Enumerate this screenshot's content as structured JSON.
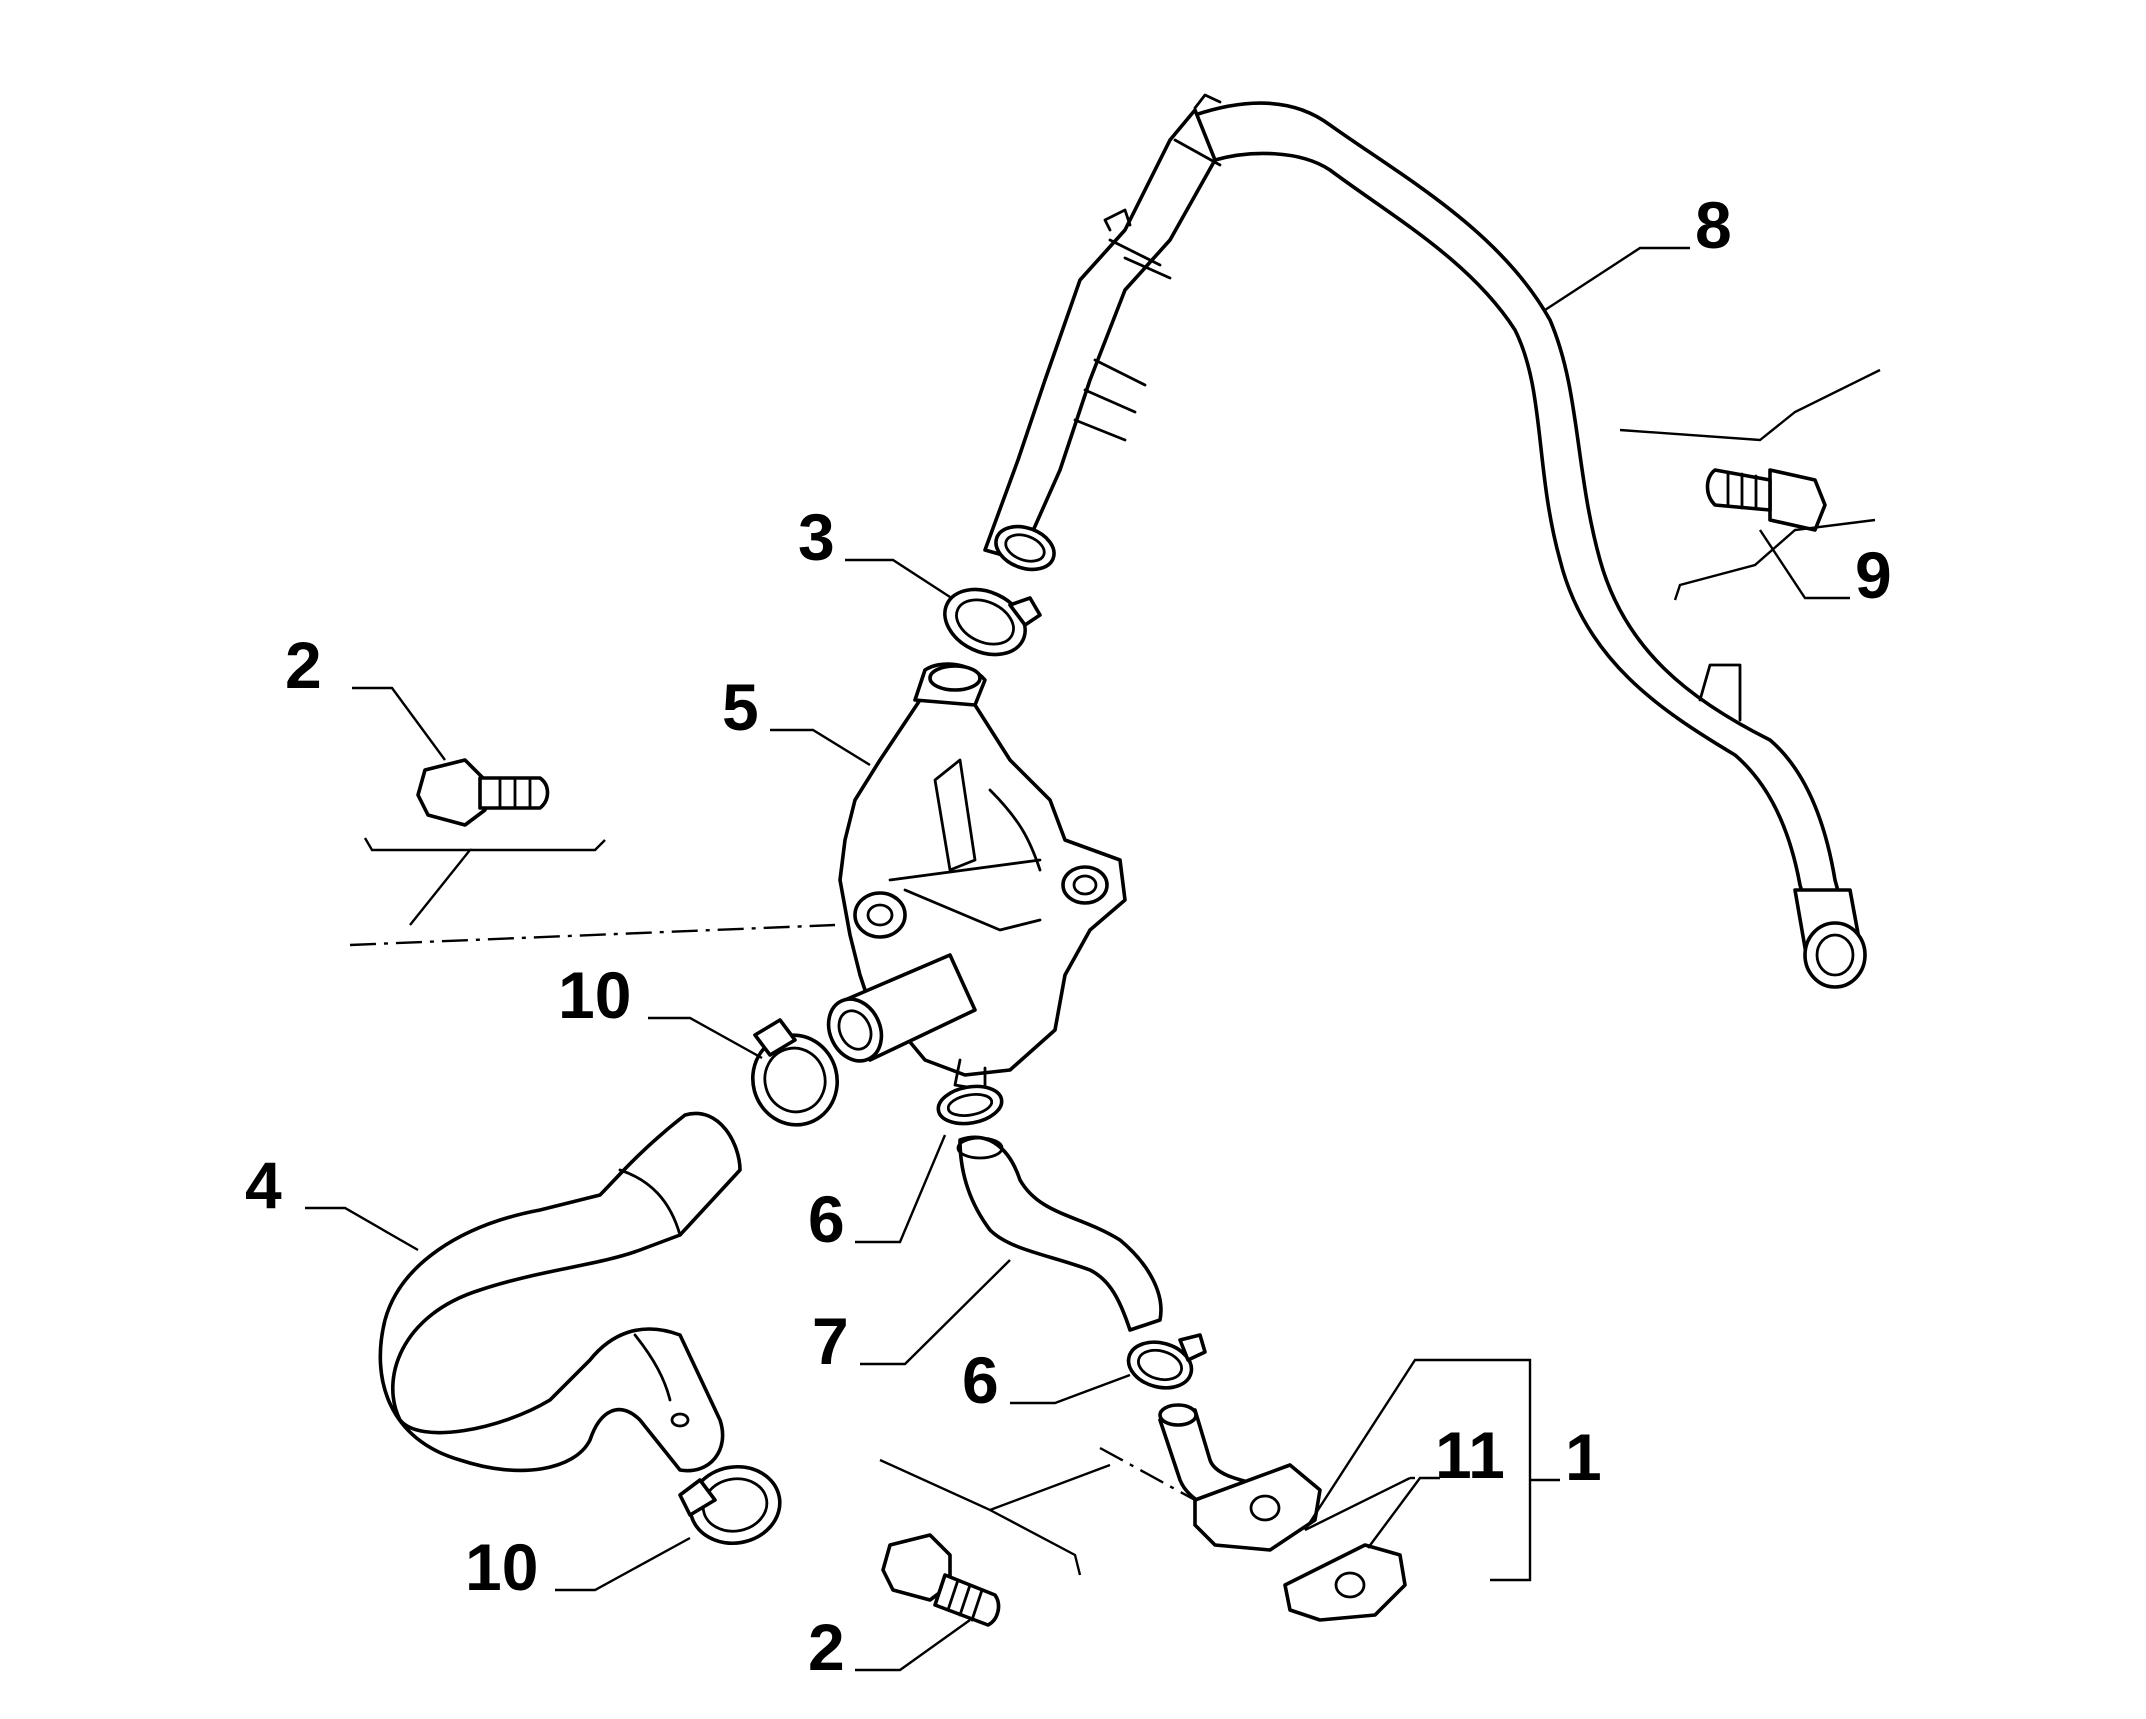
{
  "diagram": {
    "callouts": [
      {
        "id": "c8",
        "label": "8"
      },
      {
        "id": "c9",
        "label": "9"
      },
      {
        "id": "c3",
        "label": "3"
      },
      {
        "id": "c2a",
        "label": "2"
      },
      {
        "id": "c5",
        "label": "5"
      },
      {
        "id": "c10a",
        "label": "10"
      },
      {
        "id": "c4",
        "label": "4"
      },
      {
        "id": "c6a",
        "label": "6"
      },
      {
        "id": "c7",
        "label": "7"
      },
      {
        "id": "c6b",
        "label": "6"
      },
      {
        "id": "c11",
        "label": "11"
      },
      {
        "id": "c1",
        "label": "1"
      },
      {
        "id": "c10b",
        "label": "10"
      },
      {
        "id": "c2b",
        "label": "2"
      }
    ]
  }
}
